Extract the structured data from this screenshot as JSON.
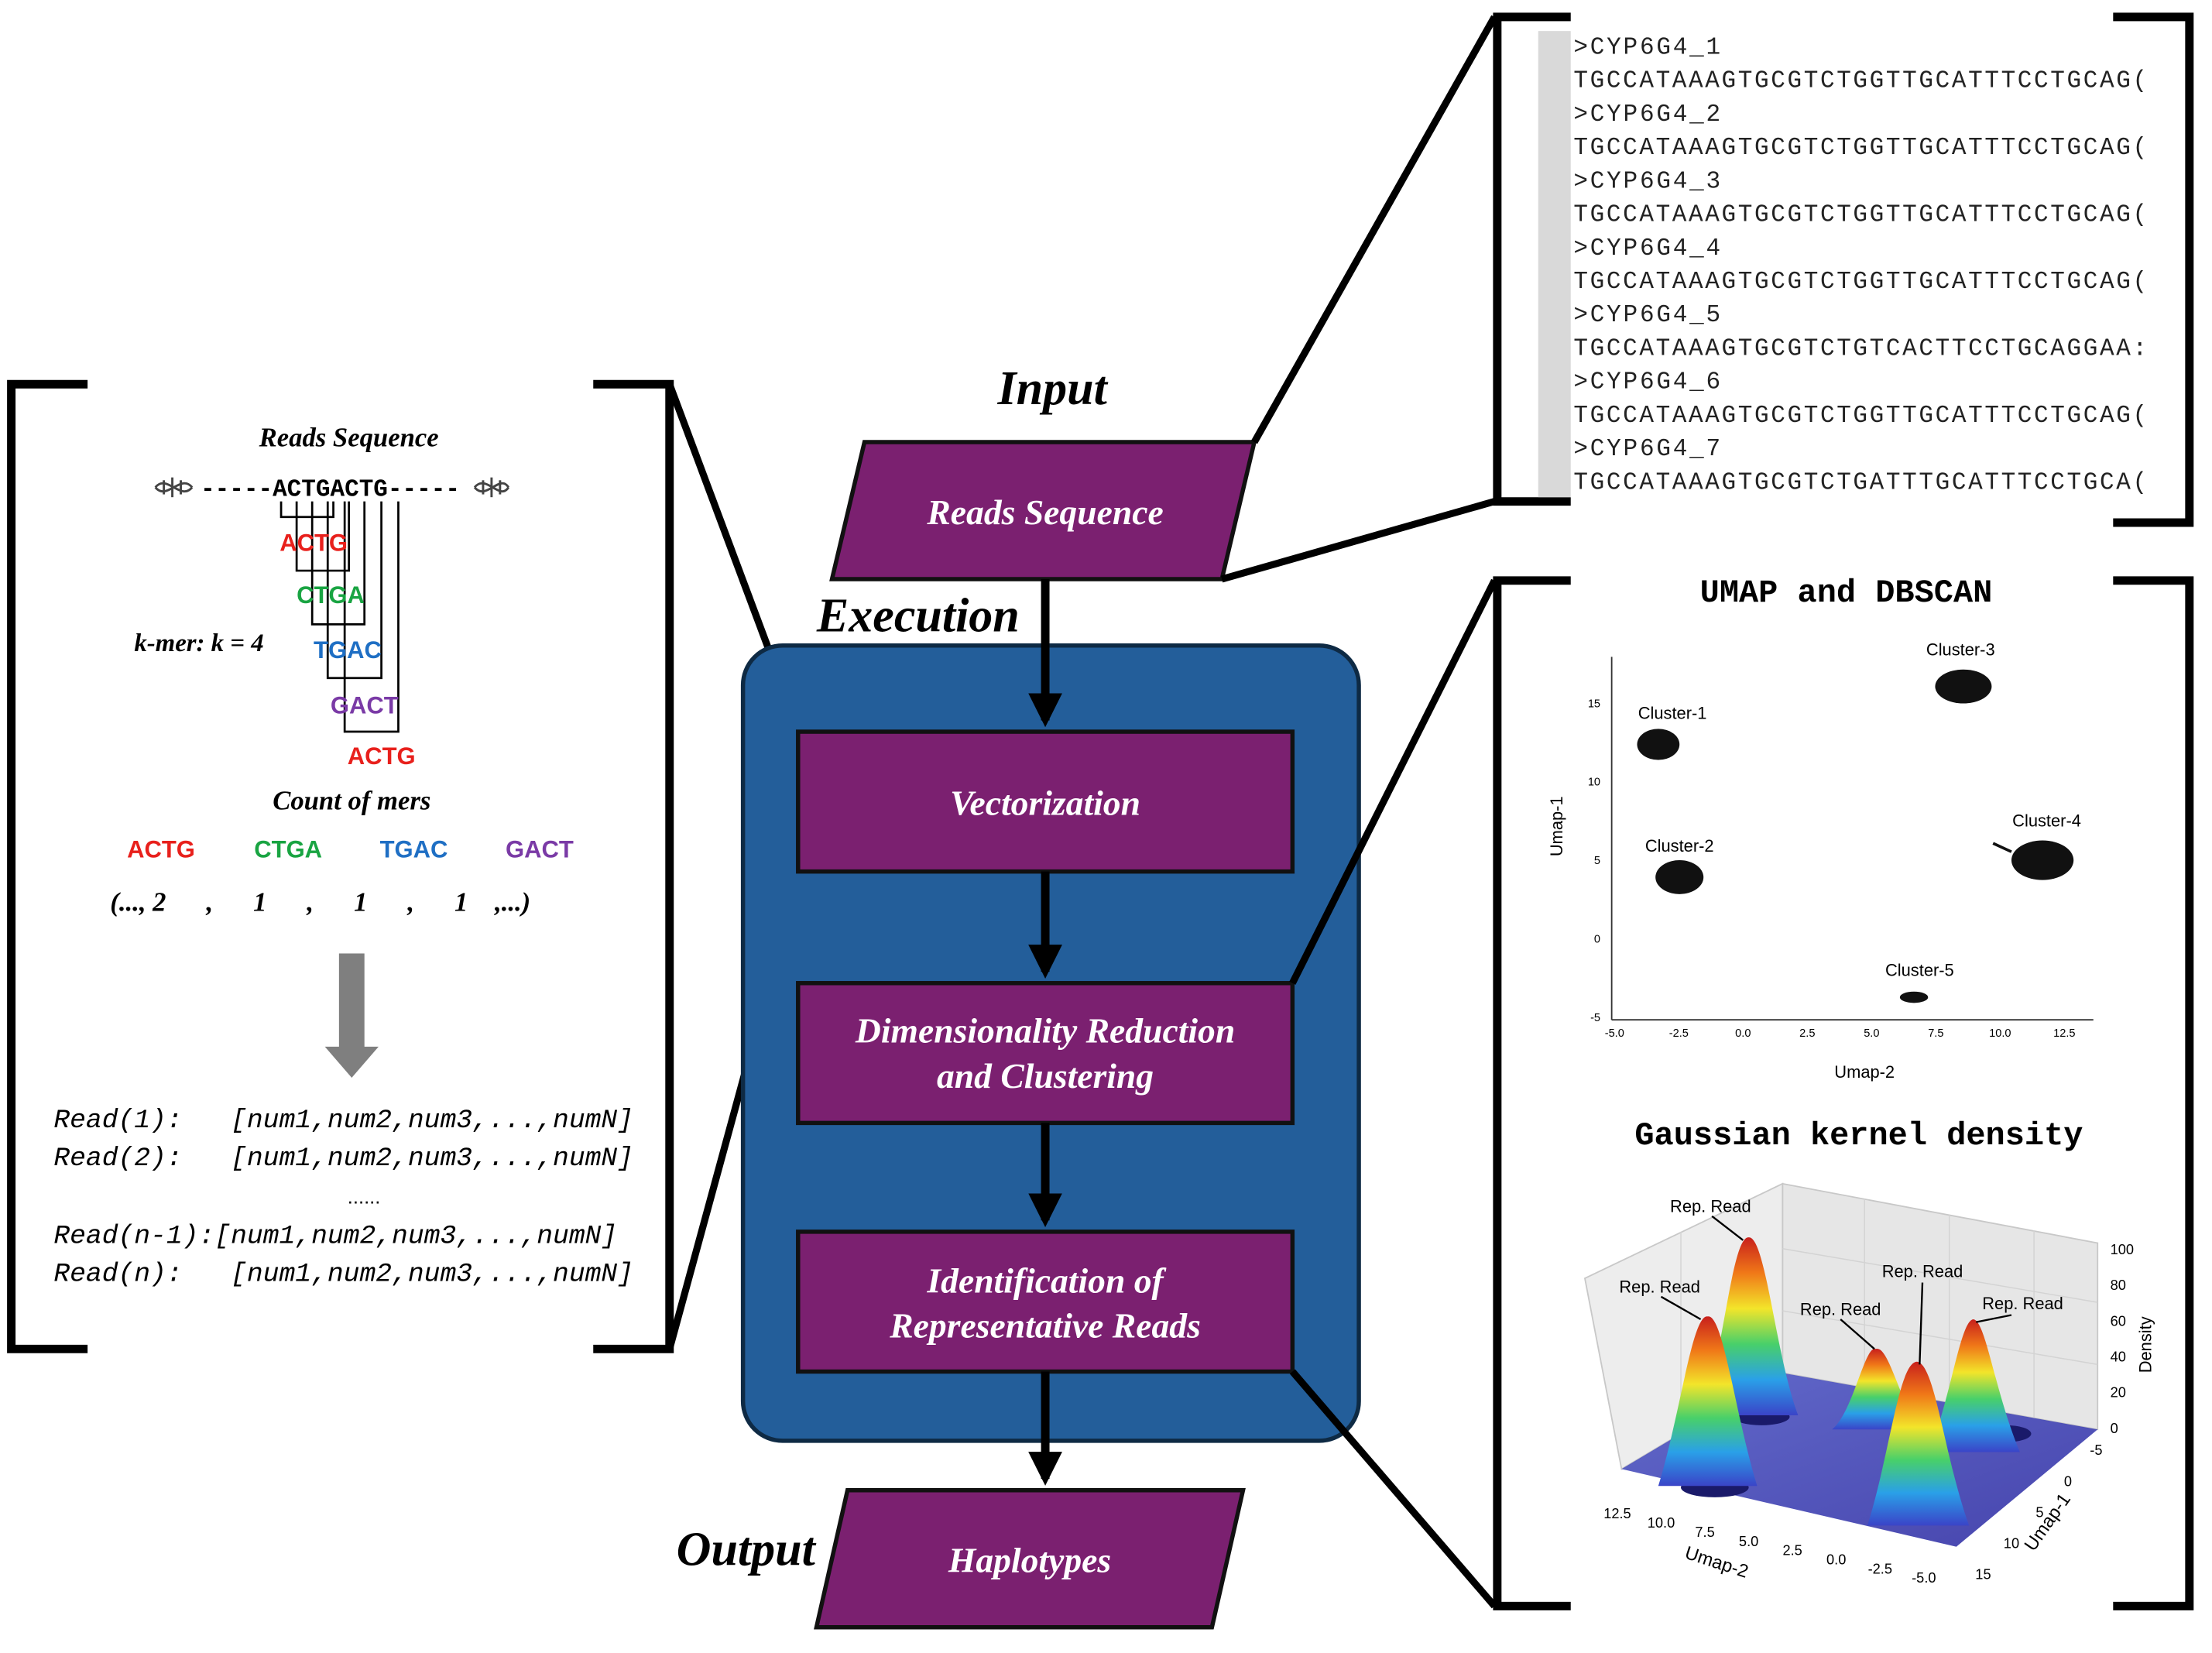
{
  "flow": {
    "input_label": "Input",
    "execution_label": "Execution",
    "output_label": "Output",
    "step_reads": "Reads Sequence",
    "step_vectorization": "Vectorization",
    "step_dimred_line1": "Dimensionality Reduction",
    "step_dimred_line2": "and Clustering",
    "step_ident_line1": "Identification of",
    "step_ident_line2": "Representative Reads",
    "step_output": "Haplotypes"
  },
  "fasta": {
    "lines": [
      ">CYP6G4_1",
      "TGCCATAAAGTGCGTCTGGTTGCATTTCCTGCAG(",
      ">CYP6G4_2",
      "TGCCATAAAGTGCGTCTGGTTGCATTTCCTGCAG(",
      ">CYP6G4_3",
      "TGCCATAAAGTGCGTCTGGTTGCATTTCCTGCAG(",
      ">CYP6G4_4",
      "TGCCATAAAGTGCGTCTGGTTGCATTTCCTGCAG(",
      ">CYP6G4_5",
      "TGCCATAAAGTGCGTCTGTCACTTCCTGCAGGAA:",
      ">CYP6G4_6",
      "TGCCATAAAGTGCGTCTGGTTGCATTTCCTGCAG(",
      ">CYP6G4_7",
      "TGCCATAAAGTGCGTCTGATTTGCATTTCCTGCA("
    ]
  },
  "kmer": {
    "title": "Reads Sequence",
    "sequence": "-----ACTGACTG-----",
    "kmers": [
      "ACTG",
      "CTGA",
      "TGAC",
      "GACT",
      "ACTG"
    ],
    "kmer_colors": [
      "#e8201c",
      "#19a442",
      "#1f6fc4",
      "#7a3aa6",
      "#e8201c"
    ],
    "k_label": "k-mer: k = 4",
    "count_title": "Count of mers",
    "count_heads": [
      "ACTG",
      "CTGA",
      "TGAC",
      "GACT"
    ],
    "count_row": "(..., 2      ,      1      ,      1      ,      1    ,...)",
    "reads": [
      "Read(1):   [num1,num2,num3,...,numN]",
      "Read(2):   [num1,num2,num3,...,numN]",
      "......",
      "Read(n-1):[num1,num2,num3,...,numN]",
      "Read(n):   [num1,num2,num3,...,numN]"
    ]
  },
  "umap": {
    "title": "UMAP and DBSCAN",
    "xlabel": "Umap-2",
    "ylabel": "Umap-1",
    "xticks": [
      "-5.0",
      "-2.5",
      "0.0",
      "2.5",
      "5.0",
      "7.5",
      "10.0",
      "12.5"
    ],
    "yticks": [
      "-5",
      "0",
      "5",
      "10",
      "15"
    ],
    "clusters": [
      "Cluster-1",
      "Cluster-2",
      "Cluster-3",
      "Cluster-4",
      "Cluster-5"
    ]
  },
  "kde": {
    "title": "Gaussian kernel density",
    "rep_label": "Rep. Read",
    "zlabel": "Density",
    "zticks": [
      "100",
      "80",
      "60",
      "40",
      "20",
      "0"
    ],
    "xlabel": "Umap-2",
    "xticks": [
      "12.5",
      "10.0",
      "7.5",
      "5.0",
      "2.5",
      "0.0",
      "-2.5",
      "-5.0"
    ],
    "ylabel": "Umap-1",
    "yticks": [
      "-5",
      "0",
      "5",
      "10",
      "15"
    ]
  },
  "colors": {
    "purple": "#7b2070",
    "blue": "#235e9a",
    "black": "#000000"
  }
}
